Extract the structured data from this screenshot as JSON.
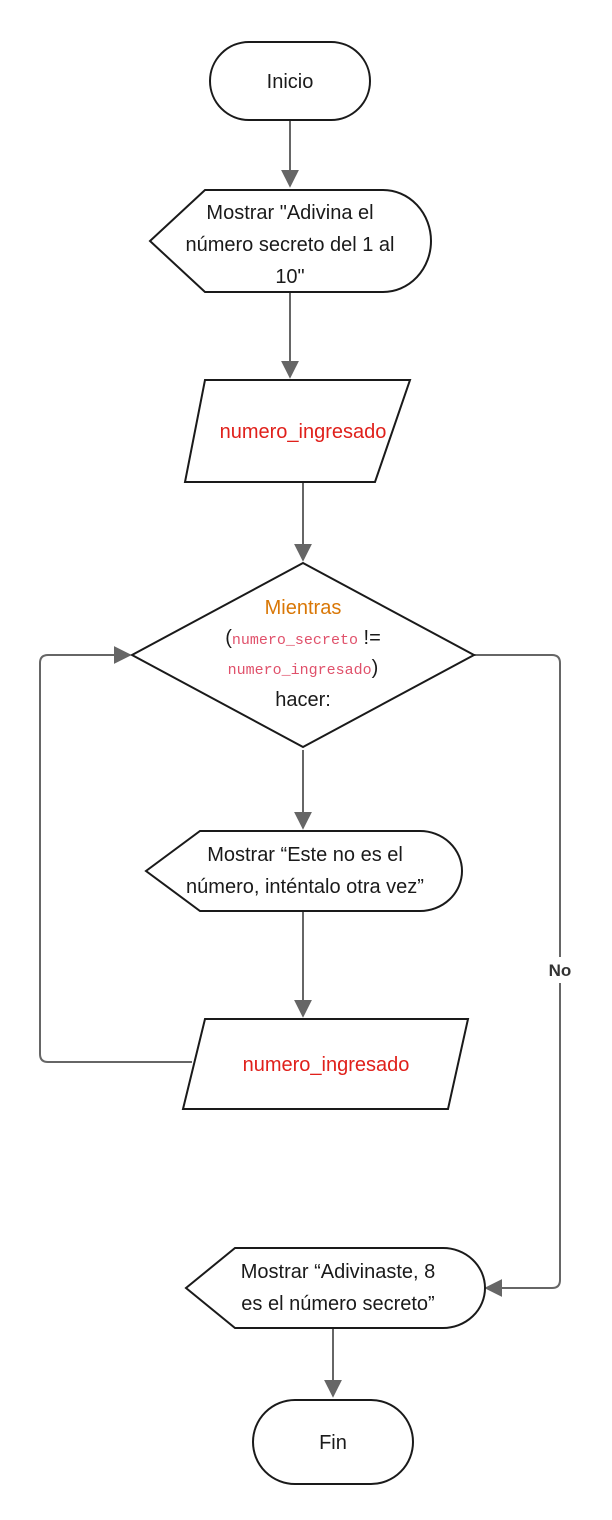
{
  "colors": {
    "stroke": "#1a1a1a",
    "connector": "#666666",
    "text": "#1a1a1a",
    "variable": "#e0201b",
    "keyword": "#d97706",
    "code_variable": "#e0516b"
  },
  "nodes": {
    "inicio": {
      "label": "Inicio"
    },
    "mostrar_adivina": {
      "lines": [
        "Mostrar \"Adivina el",
        "número secreto del 1 al",
        "10\""
      ]
    },
    "input_1": {
      "label": "numero_ingresado"
    },
    "mientras": {
      "keyword": "Mientras",
      "open_paren": "(",
      "var_a": "numero_secreto",
      "operator": " !=",
      "var_b": "numero_ingresado",
      "close_paren": ")",
      "suffix": "hacer:"
    },
    "mostrar_error": {
      "lines": [
        "Mostrar “Este no es el",
        "número, inténtalo otra vez”"
      ]
    },
    "input_2": {
      "label": "numero_ingresado"
    },
    "mostrar_exito": {
      "lines": [
        "Mostrar “Adivinaste, 8",
        "es el número secreto”"
      ]
    },
    "fin": {
      "label": "Fin"
    }
  },
  "edges": {
    "no_label": "No"
  }
}
